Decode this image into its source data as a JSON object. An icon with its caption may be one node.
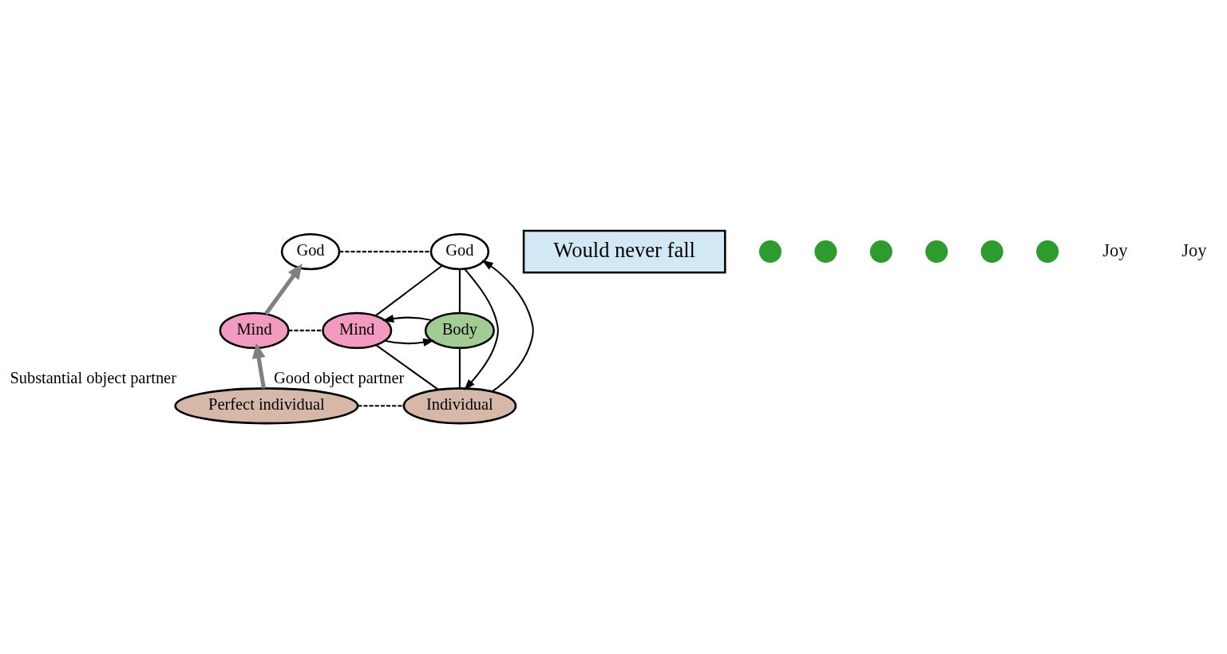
{
  "diagram": {
    "nodes": [
      {
        "text": [
          "God"
        ]
      },
      {
        "text": [
          "God"
        ]
      },
      {
        "text": [
          "Mind"
        ]
      },
      {
        "text": [
          "Mind"
        ]
      },
      {
        "text": [
          "Body"
        ]
      },
      {
        "text": [
          "Perfect individual"
        ],
        "beside": [
          "Substantial object partner"
        ]
      },
      {
        "text": [
          "Individual"
        ],
        "beside": [
          "Good object partner"
        ]
      },
      {
        "text": [
          "Would never fall"
        ]
      },
      {
        "text": [],
        "shape": "circle"
      },
      {
        "text": [],
        "shape": "circle"
      },
      {
        "text": [],
        "shape": "circle"
      },
      {
        "text": [],
        "shape": "circle"
      },
      {
        "text": [],
        "shape": "circle"
      },
      {
        "text": [],
        "shape": "circle"
      }
    ],
    "edges": [
      {
        "from": 0,
        "to": 1,
        "arrow": "none",
        "style": "dashed"
      },
      {
        "from": 2,
        "to": 0,
        "arrow": "to",
        "style": "thick",
        "color": "#808080"
      },
      {
        "from": 2,
        "to": 3,
        "arrow": "none",
        "style": "dashed"
      },
      {
        "from": 1,
        "to": 3,
        "arrow": "none"
      },
      {
        "from": 1,
        "to": 4,
        "arrow": "none"
      },
      {
        "from": 3,
        "to": 4,
        "arrow": "to"
      },
      {
        "from": 4,
        "to": 3,
        "arrow": "to"
      },
      {
        "from": 6,
        "to": 1,
        "arrow": "to"
      },
      {
        "from": 1,
        "to": 6,
        "arrow": "to"
      },
      {
        "from": 5,
        "to": 2,
        "arrow": "to",
        "style": "thick",
        "color": "#808080"
      },
      {
        "from": 3,
        "to": 6,
        "arrow": "none"
      },
      {
        "from": 4,
        "to": 6,
        "arrow": "none"
      },
      {
        "from": 5,
        "to": 6,
        "arrow": "none",
        "style": "dashed"
      }
    ],
    "labels": [
      "Joy",
      "Joy"
    ]
  }
}
